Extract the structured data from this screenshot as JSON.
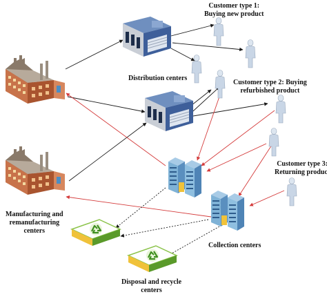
{
  "labels": {
    "customer1_line1": "Customer type 1:",
    "customer1_line2": "Buying new product",
    "distribution": "Distribution centers",
    "customer2_line1": "Customer type 2: Buying",
    "customer2_line2": "refurbished product",
    "customer3_line1": "Customer type 3:",
    "customer3_line2": "Returning product",
    "manufacturing_line1": "Manufacturing and",
    "manufacturing_line2": "remanufacturing",
    "manufacturing_line3": "centers",
    "collection": "Collection centers",
    "disposal_line1": "Disposal and recycle",
    "disposal_line2": "centers"
  },
  "colors": {
    "forward_flow": "#1a1a1a",
    "reverse_flow": "#d43a3a",
    "disposal_flow": "#1a1a1a",
    "factory_brick": "#c8734a",
    "warehouse_blue": "#3e5f9a",
    "server_blue": "#7fb2d6",
    "recycle_green": "#5a9a2a",
    "person": "#c9d6e6"
  },
  "icons": [
    "factory-icon",
    "warehouse-icon",
    "person-icon",
    "server-icon",
    "recycle-icon"
  ]
}
